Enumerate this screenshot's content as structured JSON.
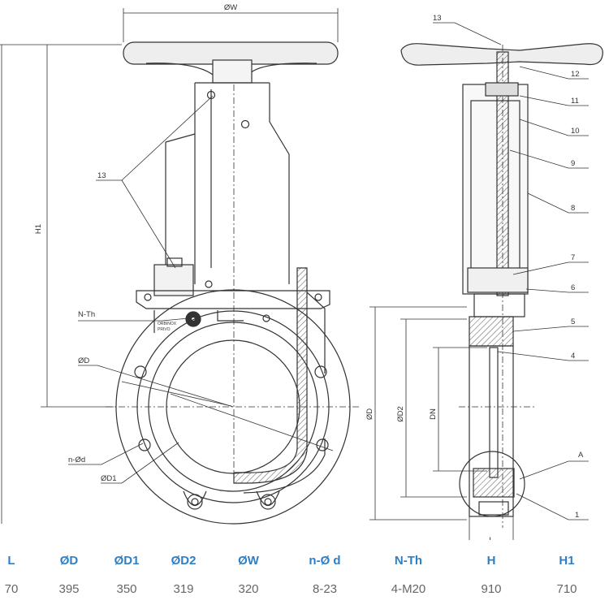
{
  "drawing": {
    "dim_labels": {
      "w": "ØW",
      "h1": "H1",
      "n_th": "N-Th",
      "d": "ØD",
      "n_d": "n-Ød",
      "d1": "ØD1",
      "d2": "ØD2",
      "dn": "DN",
      "l": "L",
      "detail": "A"
    },
    "callouts": [
      "13",
      "12",
      "11",
      "10",
      "9",
      "8",
      "7",
      "6",
      "5",
      "4",
      "1"
    ],
    "front_callout": "13",
    "nameplate": [
      "ORBINOX",
      "PRIVO"
    ]
  },
  "spec_table": {
    "headers": [
      "L",
      "ØD",
      "ØD1",
      "ØD2",
      "ØW",
      "n-Ø d",
      "N-Th",
      "H",
      "H1"
    ],
    "values": [
      "70",
      "395",
      "350",
      "319",
      "320",
      "8-23",
      "4-M20",
      "910",
      "710"
    ]
  },
  "colors": {
    "header": "#2f7fc4",
    "value": "#666666",
    "line": "#333333"
  }
}
